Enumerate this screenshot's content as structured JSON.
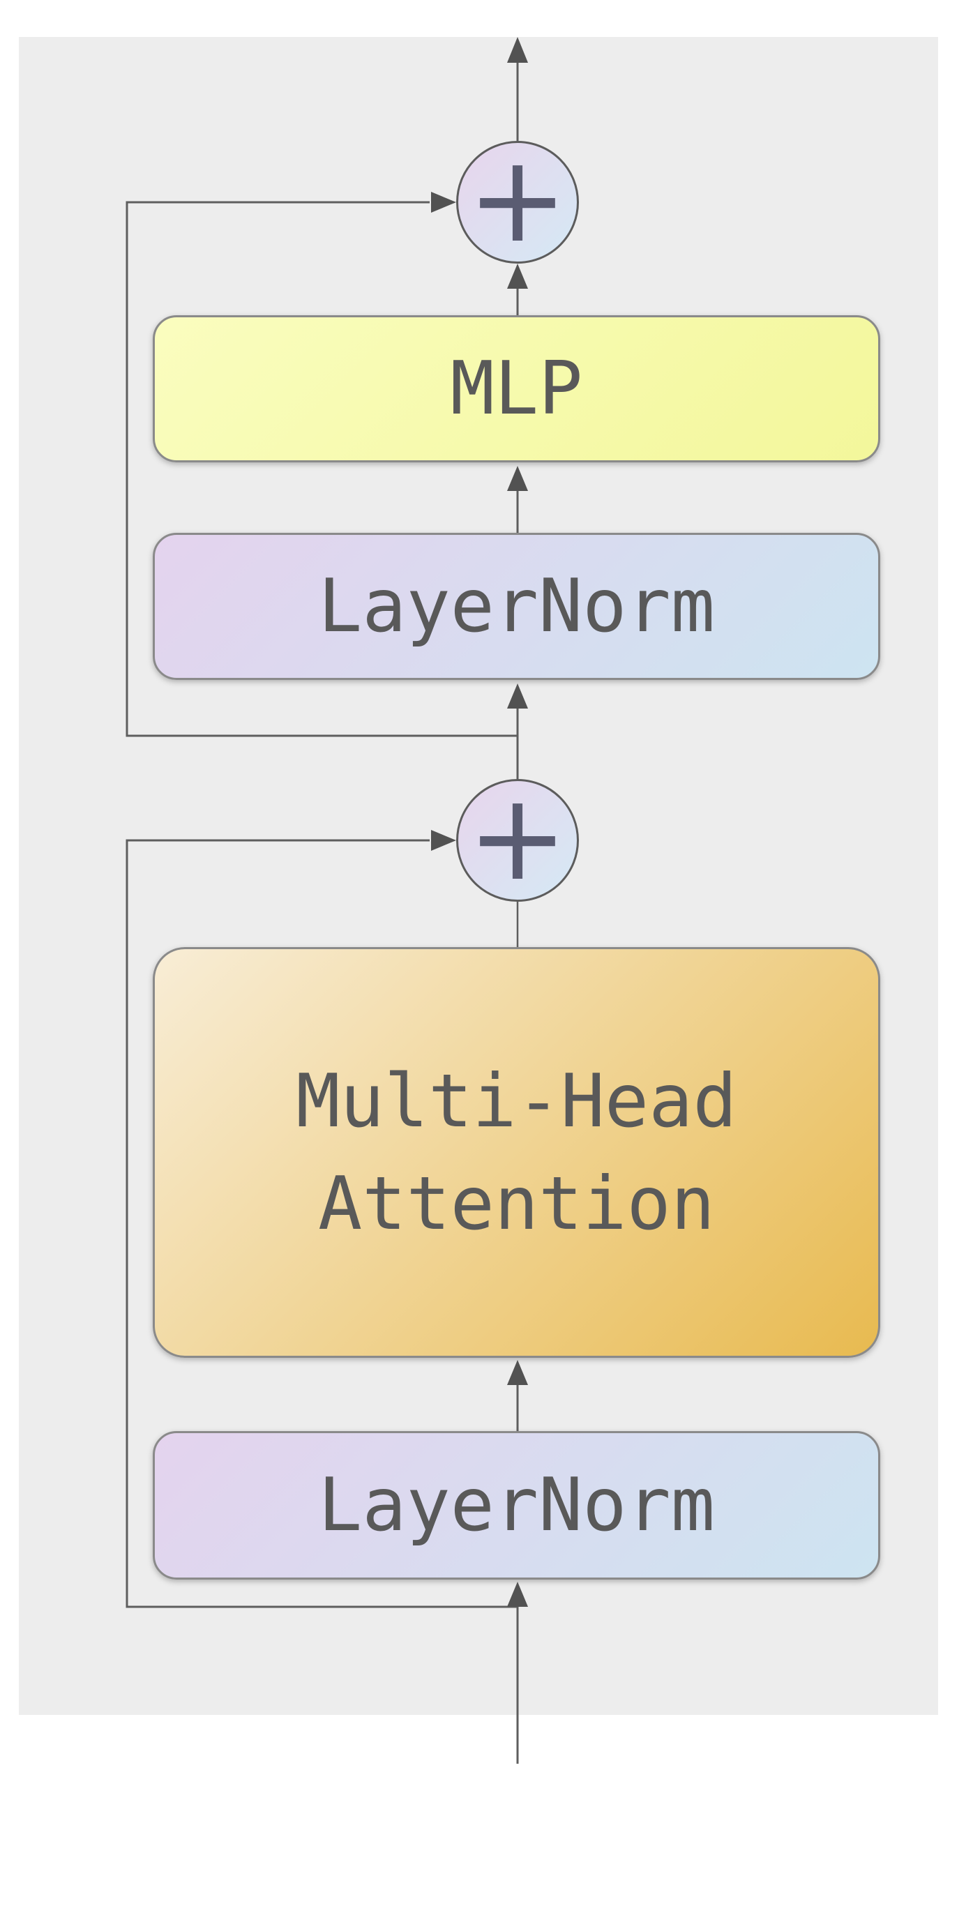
{
  "blocks": {
    "mlp": {
      "label": "MLP"
    },
    "layernorm_top": {
      "label": "LayerNorm"
    },
    "attention": {
      "label_line1": "Multi-Head",
      "label_line2": "Attention"
    },
    "layernorm_bottom": {
      "label": "LayerNorm"
    }
  },
  "operators": {
    "add_top": {
      "symbol": "+"
    },
    "add_bottom": {
      "symbol": "+"
    }
  },
  "colors": {
    "page_background": "#FFFFFF",
    "panel_background": "#EDEDED",
    "connector": "#5E5E5E",
    "arrowhead": "#525252",
    "box_border": "#8A8A8A",
    "circle_border": "#5C5C5C",
    "label_text": "#595959",
    "plus_symbol": "#5A5C72",
    "mlp_gradient_start": "#FAFDBF",
    "mlp_gradient_end": "#F3F79B",
    "layernorm_gradient_start": "#E4D3EE",
    "layernorm_gradient_end": "#CDE4F1",
    "attention_gradient_start": "#F8EDD6",
    "attention_gradient_end": "#E8BA50",
    "add_gradient_start": "#E8D5EC",
    "add_gradient_end": "#D5E9F5"
  }
}
